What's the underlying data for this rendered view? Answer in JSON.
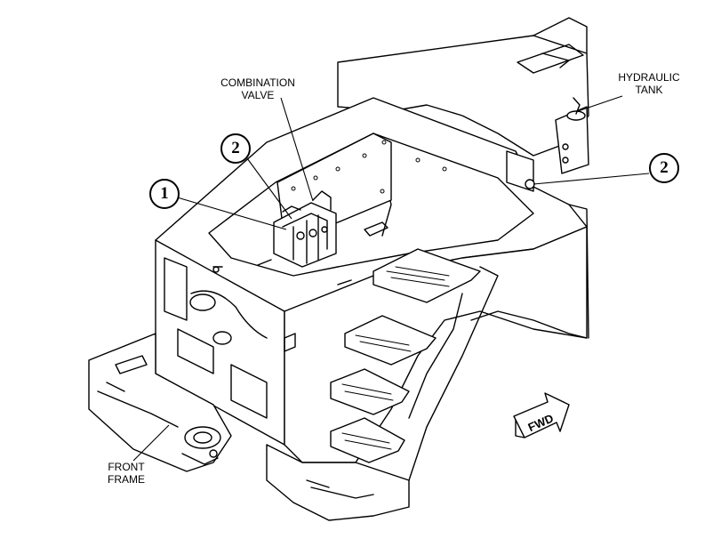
{
  "labels": {
    "combination_valve_line1": "COMBINATION",
    "combination_valve_line2": "VALVE",
    "hydraulic_tank_line1": "HYDRAULIC",
    "hydraulic_tank_line2": "TANK",
    "front_frame_line1": "FRONT",
    "front_frame_line2": "FRAME",
    "fwd_arrow": "FWD"
  },
  "callouts": {
    "item_1": "1",
    "item_2_valve": "2",
    "item_2_tank": "2"
  },
  "colors": {
    "line": "#000000",
    "background": "#ffffff"
  }
}
